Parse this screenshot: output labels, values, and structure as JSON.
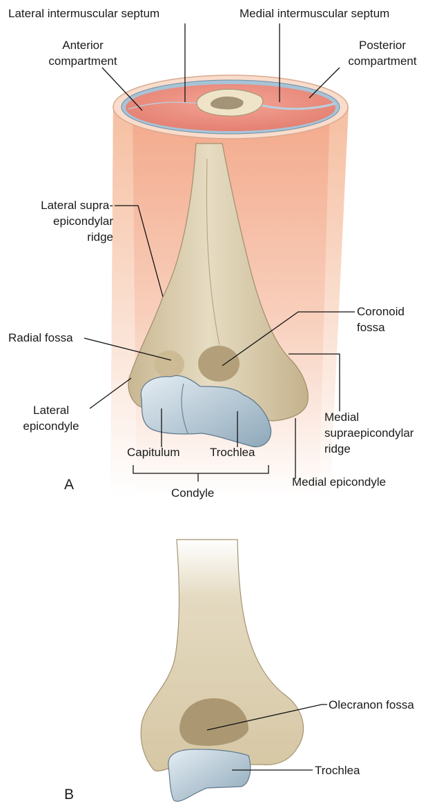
{
  "figure": {
    "panel_a": {
      "letter": "A",
      "labels": {
        "lateral_intermuscular_septum": "Lateral intermuscular septum",
        "medial_intermuscular_septum": "Medial intermuscular septum",
        "anterior_compartment_1": "Anterior",
        "anterior_compartment_2": "compartment",
        "posterior_compartment_1": "Posterior",
        "posterior_compartment_2": "compartment",
        "lateral_supraepicondylar_ridge_1": "Lateral supra-",
        "lateral_supraepicondylar_ridge_2": "epicondylar",
        "lateral_supraepicondylar_ridge_3": "ridge",
        "coronoid_fossa_1": "Coronoid",
        "coronoid_fossa_2": "fossa",
        "radial_fossa": "Radial fossa",
        "lateral_epicondyle_1": "Lateral",
        "lateral_epicondyle_2": "epicondyle",
        "medial_supraepicondylar_ridge_1": "Medial",
        "medial_supraepicondylar_ridge_2": "supraepicondylar",
        "medial_supraepicondylar_ridge_3": "ridge",
        "capitulum": "Capitulum",
        "trochlea": "Trochlea",
        "condyle": "Condyle",
        "medial_epicondyle": "Medial epicondyle"
      }
    },
    "panel_b": {
      "letter": "B",
      "labels": {
        "olecranon_fossa": "Olecranon fossa",
        "trochlea": "Trochlea"
      }
    }
  }
}
